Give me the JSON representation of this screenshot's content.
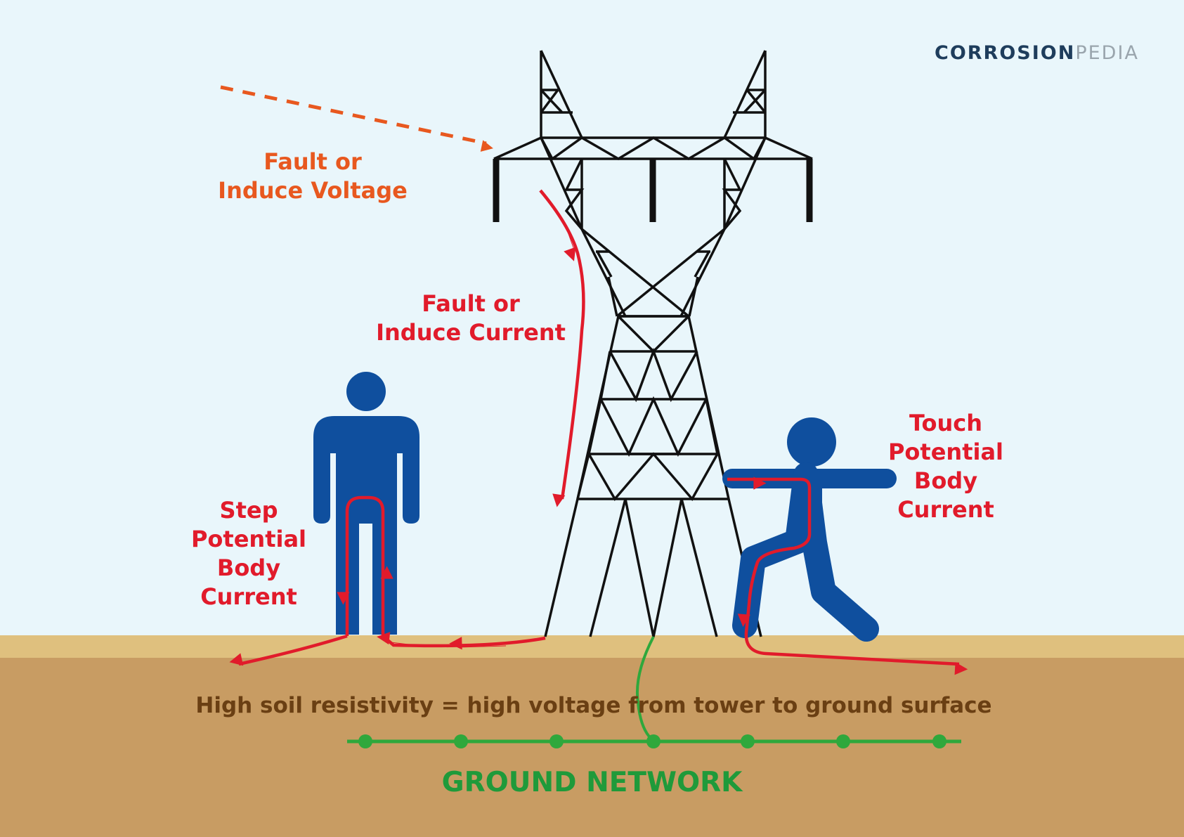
{
  "brand": {
    "part1": "CORROSION",
    "part2": "PEDIA"
  },
  "labels": {
    "fault_voltage": [
      "Fault or",
      "Induce Voltage"
    ],
    "fault_current": [
      "Fault or",
      "Induce Current"
    ],
    "step_potential": [
      "Step",
      "Potential",
      "Body",
      "Current"
    ],
    "touch_potential": [
      "Touch",
      "Potential",
      "Body",
      "Current"
    ],
    "soil": "High soil resistivity = high voltage from tower to ground surface",
    "ground_network": "GROUND NETWORK"
  },
  "colors": {
    "sky": "#e9f6fb",
    "ground_surface": "#dfc07e",
    "soil": "#c89c63",
    "tower": "#111111",
    "person": "#0f4f9e",
    "current_path": "#e11b2b",
    "voltage_arrow": "#e8581f",
    "ground_network": "#2fa83c"
  },
  "icons": [
    "transmission-tower-icon",
    "standing-person-icon",
    "touching-person-icon"
  ]
}
